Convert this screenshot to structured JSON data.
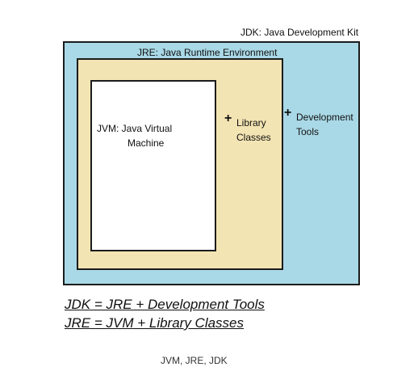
{
  "diagram": {
    "jdk": {
      "label": "JDK: Java Development Kit",
      "extra": [
        "Development",
        "Tools"
      ],
      "color": "#a9d8e6"
    },
    "jre": {
      "label": "JRE: Java Runtime Environment",
      "extra": [
        "Library",
        "Classes"
      ],
      "color": "#f3e4b3"
    },
    "jvm": {
      "label_line1": "JVM:  Java Virtual",
      "label_line2": "Machine",
      "color": "#ffffff"
    },
    "plus_symbol": "+"
  },
  "equations": [
    "JDK = JRE + Development Tools",
    "JRE = JVM + Library Classes"
  ],
  "caption": "JVM, JRE, JDK"
}
